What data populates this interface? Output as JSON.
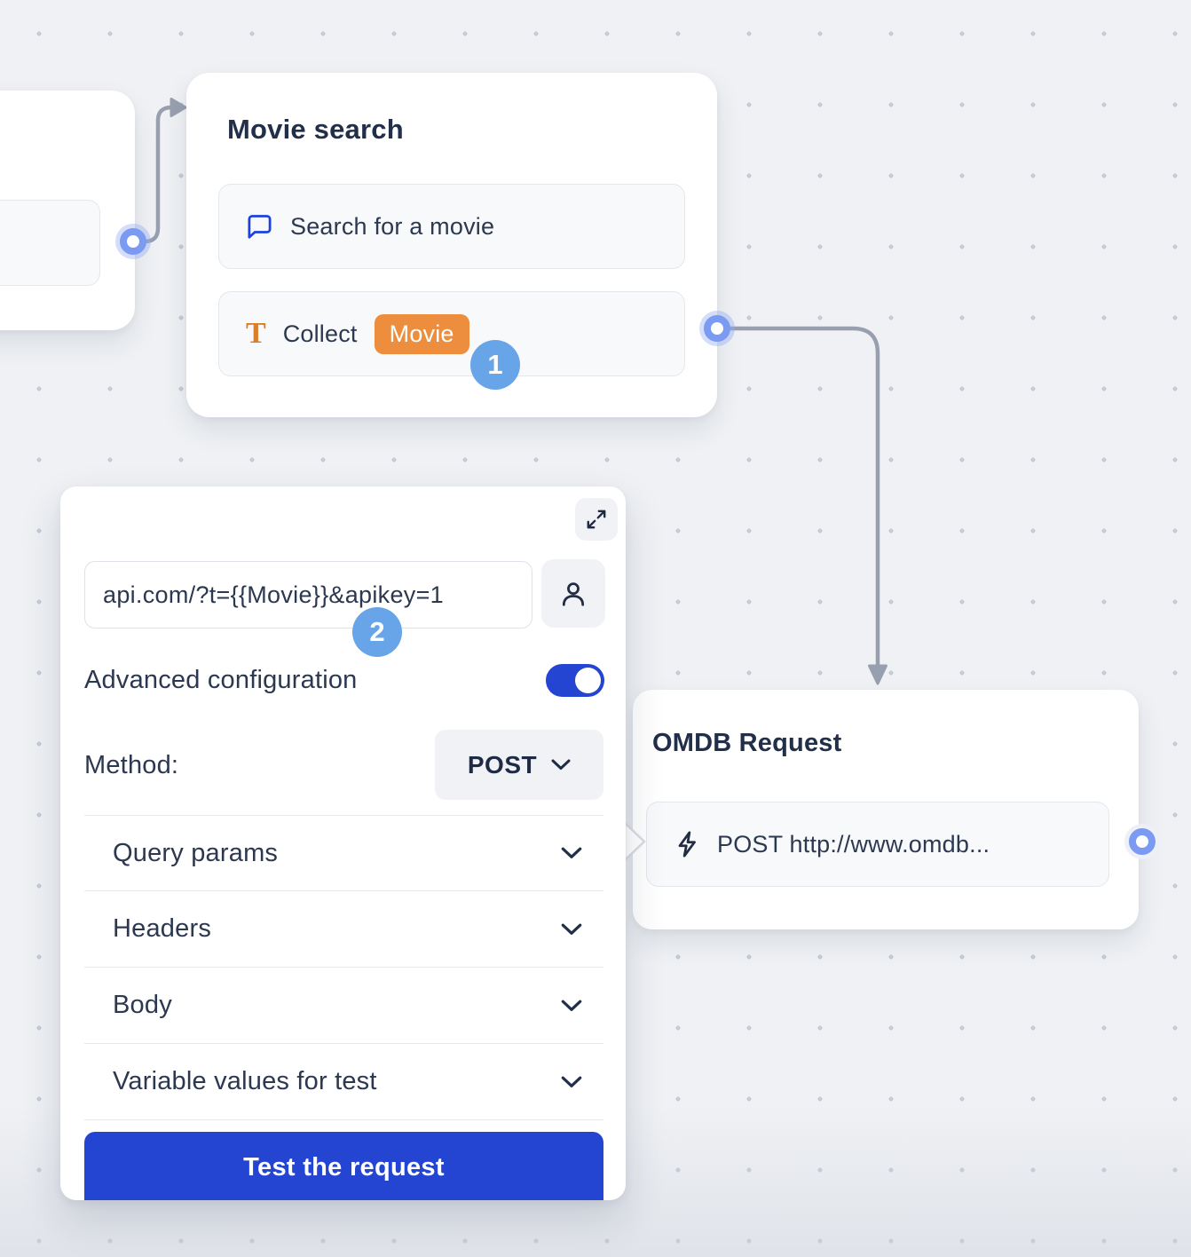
{
  "canvas": {
    "background_color": "#eff1f4",
    "dot_color": "#c5cbd8",
    "connector_color": "#98a0af",
    "port_color": "#7b9af1"
  },
  "nodes": {
    "movie_search": {
      "title": "Movie search",
      "items": [
        {
          "icon": "chat-bubble-icon",
          "label": "Search for a movie"
        },
        {
          "icon": "text-icon",
          "label": "Collect",
          "variable_badge": "Movie"
        }
      ]
    },
    "omdb_request": {
      "title": "OMDB Request",
      "items": [
        {
          "icon": "lightning-icon",
          "label": "POST http://www.omdb..."
        }
      ]
    }
  },
  "panel": {
    "url_value": "api.com/?t={{Movie}}&apikey=1",
    "advanced_label": "Advanced configuration",
    "advanced_on": true,
    "method_label": "Method:",
    "method_value": "POST",
    "sections": [
      "Query params",
      "Headers",
      "Body",
      "Variable values for test"
    ],
    "test_button_label": "Test the request"
  },
  "annotations": {
    "step1": "1",
    "step2": "2",
    "badge_color": "#68a4e8"
  },
  "colors": {
    "accent_blue": "#2444d2",
    "orange_badge": "#ec8e3e",
    "title_text": "#222f49"
  }
}
